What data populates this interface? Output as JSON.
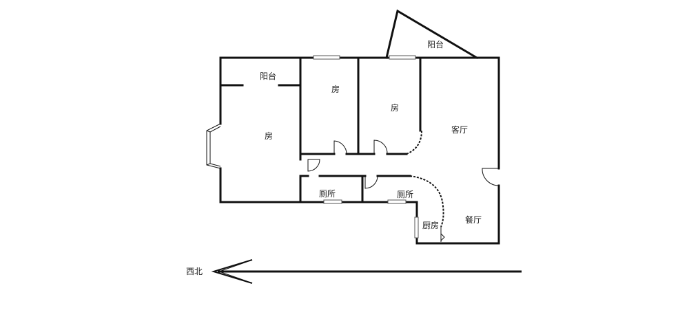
{
  "plan": {
    "rooms": {
      "balcony_left": "阳台",
      "balcony_top": "阳台",
      "bedroom_left": "房",
      "bedroom_mid": "房",
      "bedroom_right": "房",
      "living_room": "客厅",
      "dining_room": "餐厅",
      "toilet_left": "厕所",
      "toilet_right": "厕所",
      "kitchen": "厨房"
    },
    "compass": {
      "label": "西北"
    }
  }
}
